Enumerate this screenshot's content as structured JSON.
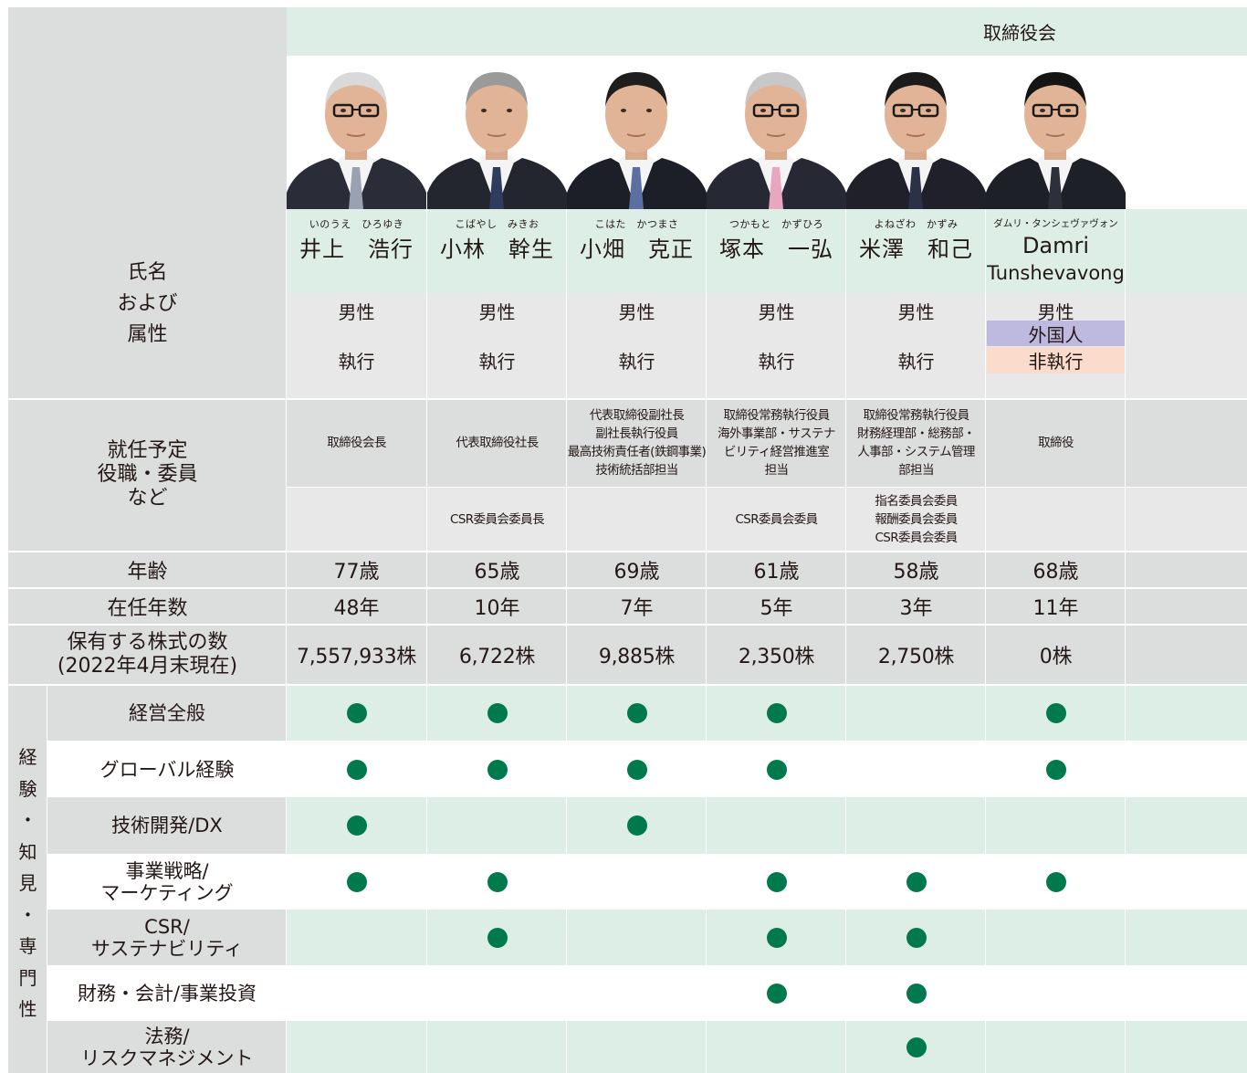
{
  "header": {
    "board_label": "取締役会"
  },
  "row_labels": {
    "name_attr": [
      "氏名",
      "および",
      "属性"
    ],
    "position": [
      "就任予定",
      "役職・委員",
      "など"
    ],
    "age": "年齢",
    "tenure": "在任年数",
    "shares": [
      "保有する株式の数",
      "(2022年4月末現在)"
    ],
    "expertise_group": [
      "経",
      "験",
      "・",
      "知",
      "見",
      "・",
      "専",
      "門",
      "性"
    ]
  },
  "directors": [
    {
      "furigana": "いのうえ　ひろゆき",
      "name": "井上　浩行",
      "gender": "男性",
      "nationality": "",
      "exec": "執行",
      "position": [
        "取締役会長"
      ],
      "committee": [],
      "age": "77歳",
      "tenure": "48年",
      "shares": "7,557,933株"
    },
    {
      "furigana": "こばやし　みきお",
      "name": "小林　幹生",
      "gender": "男性",
      "nationality": "",
      "exec": "執行",
      "position": [
        "代表取締役社長"
      ],
      "committee": [
        "CSR委員会委員長"
      ],
      "age": "65歳",
      "tenure": "10年",
      "shares": "6,722株"
    },
    {
      "furigana": "こはた　かつまさ",
      "name": "小畑　克正",
      "gender": "男性",
      "nationality": "",
      "exec": "執行",
      "position": [
        "代表取締役副社長",
        "副社長執行役員",
        "最高技術責任者(鉄鋼事業)",
        "技術統括部担当"
      ],
      "committee": [],
      "age": "69歳",
      "tenure": "7年",
      "shares": "9,885株"
    },
    {
      "furigana": "つかもと　かずひろ",
      "name": "塚本　一弘",
      "gender": "男性",
      "nationality": "",
      "exec": "執行",
      "position": [
        "取締役常務執行役員",
        "海外事業部・サステナ",
        "ビリティ経営推進室",
        "担当"
      ],
      "committee": [
        "CSR委員会委員"
      ],
      "age": "61歳",
      "tenure": "5年",
      "shares": "2,350株"
    },
    {
      "furigana": "よねざわ　かずみ",
      "name": "米澤　和己",
      "gender": "男性",
      "nationality": "",
      "exec": "執行",
      "position": [
        "取締役常務執行役員",
        "財務経理部・総務部・",
        "人事部・システム管理",
        "部担当"
      ],
      "committee": [
        "指名委員会委員",
        "報酬委員会委員",
        "CSR委員会委員"
      ],
      "age": "58歳",
      "tenure": "3年",
      "shares": "2,750株"
    },
    {
      "furigana": "ダムリ・タンシェヴァヴォン",
      "name_lines": [
        "Damri",
        "Tunshevavong"
      ],
      "gender": "男性",
      "nationality": "外国人",
      "exec": "非執行",
      "position": [
        "取締役"
      ],
      "committee": [],
      "age": "68歳",
      "tenure": "11年",
      "shares": "0株"
    }
  ],
  "expertise": [
    {
      "label": [
        "経営全般"
      ],
      "marks": [
        true,
        true,
        true,
        true,
        false,
        true
      ]
    },
    {
      "label": [
        "グローバル経験"
      ],
      "marks": [
        true,
        true,
        true,
        true,
        false,
        true
      ]
    },
    {
      "label": [
        "技術開発/DX"
      ],
      "marks": [
        true,
        false,
        true,
        false,
        false,
        false
      ]
    },
    {
      "label": [
        "事業戦略/",
        "マーケティング"
      ],
      "marks": [
        true,
        true,
        false,
        true,
        true,
        true
      ]
    },
    {
      "label": [
        "CSR/",
        "サステナビリティ"
      ],
      "marks": [
        false,
        true,
        false,
        true,
        true,
        false
      ]
    },
    {
      "label": [
        "財務・会計/事業投資"
      ],
      "marks": [
        false,
        false,
        false,
        true,
        true,
        false
      ]
    },
    {
      "label": [
        "法務/",
        "リスクマネジメント"
      ],
      "marks": [
        false,
        false,
        false,
        false,
        true,
        false
      ]
    }
  ],
  "colors": {
    "mint": "#ddeee6",
    "gray": "#dcdddd",
    "dot": "#007a4d",
    "foreigner": "#bdb9df",
    "non_exec": "#fbdccc"
  }
}
